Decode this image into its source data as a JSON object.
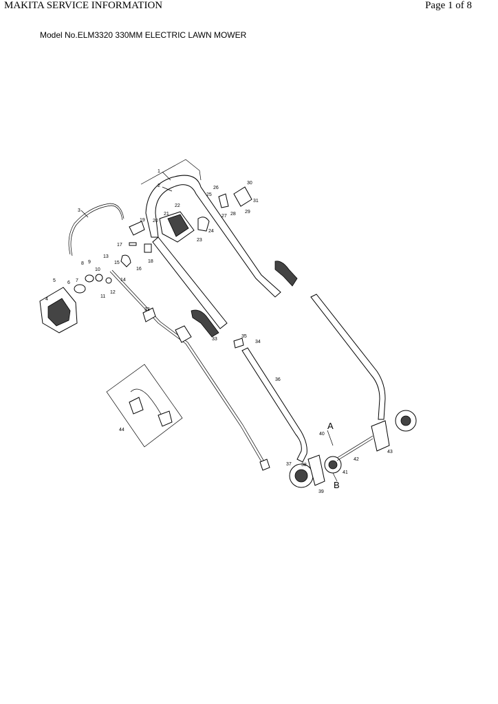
{
  "header": {
    "left": "MAKITA SERVICE INFORMATION",
    "right": "Page 1 of 8"
  },
  "model_line": "Model No.ELM3320 330MM ELECTRIC LAWN MOWER",
  "callouts": [
    "1",
    "2",
    "3",
    "4",
    "5",
    "6",
    "7",
    "8",
    "9",
    "10",
    "11",
    "12",
    "13",
    "14",
    "15",
    "16",
    "17",
    "18",
    "19",
    "20",
    "21",
    "22",
    "23",
    "24",
    "25",
    "26",
    "27",
    "28",
    "29",
    "30",
    "31",
    "32",
    "33",
    "34",
    "35",
    "36",
    "37",
    "38",
    "39",
    "40",
    "41",
    "42",
    "43",
    "44"
  ],
  "detail_labels": {
    "a": "A",
    "b": "B"
  }
}
